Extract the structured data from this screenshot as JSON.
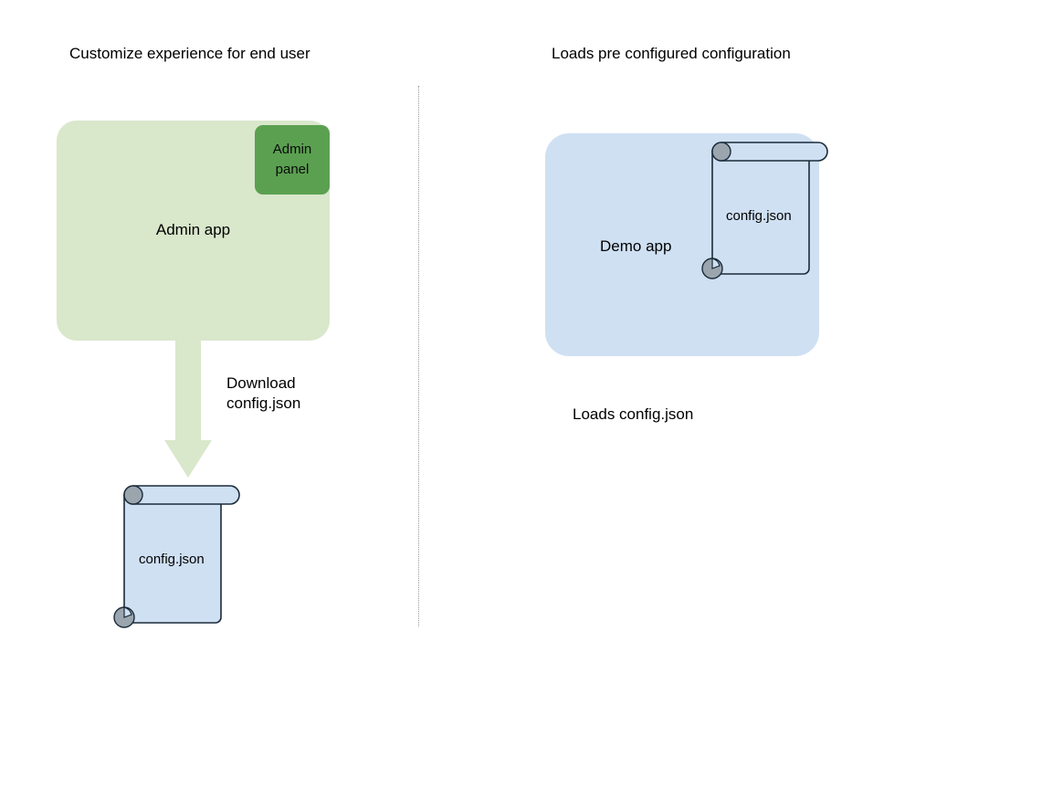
{
  "diagram": {
    "headings": {
      "left": "Customize experience for end user",
      "right": "Loads pre configured configuration"
    },
    "left_flow": {
      "app_box": {
        "label": "Admin app",
        "fill_color": "#d9e7cb"
      },
      "admin_panel": {
        "label": "Admin\npanel",
        "fill_color": "#5ba051"
      },
      "arrow": {
        "label": "Download\nconfig.json",
        "fill_color": "#d9e7cb",
        "direction": "down"
      },
      "document": {
        "label": "config.json",
        "fill_color": "#cfe0f3",
        "stroke_color": "#1c2b3a",
        "roll_color": "#9aa5ae"
      }
    },
    "right_flow": {
      "app_box": {
        "label": "Demo app",
        "fill_color": "#cfe0f3"
      },
      "document": {
        "label": "config.json",
        "fill_color": "#cfe0f3",
        "stroke_color": "#1c2b3a",
        "roll_color": "#9aa5ae"
      },
      "caption": "Loads config.json"
    },
    "divider": {
      "style": "dotted",
      "color": "#9a9a9a"
    }
  }
}
